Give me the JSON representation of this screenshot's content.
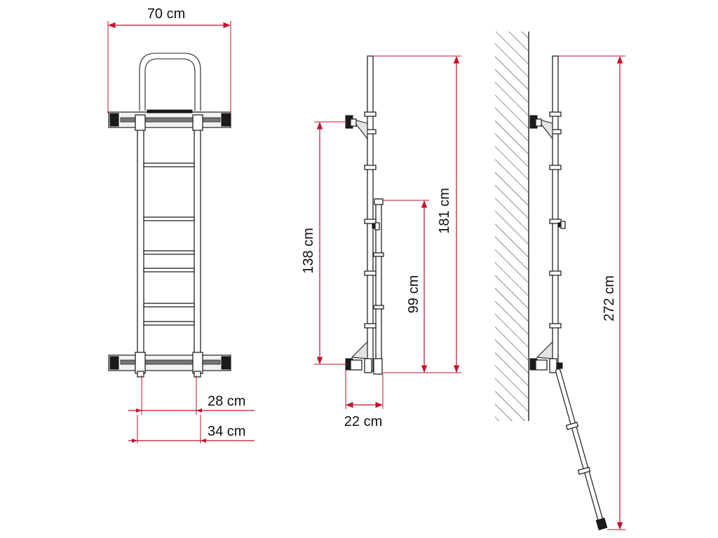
{
  "colors": {
    "dimension_line": "#c3122f",
    "outline": "#222222",
    "wall_hatch": "#333333"
  },
  "dimensions": {
    "overall_width": "70 cm",
    "inner_width": "28 cm",
    "outer_width": "34 cm",
    "wall_depth": "22 cm",
    "bracket_spacing": "138 cm",
    "ladder_height": "181 cm",
    "lower_section": "99 cm",
    "extended_height": "272 cm"
  }
}
